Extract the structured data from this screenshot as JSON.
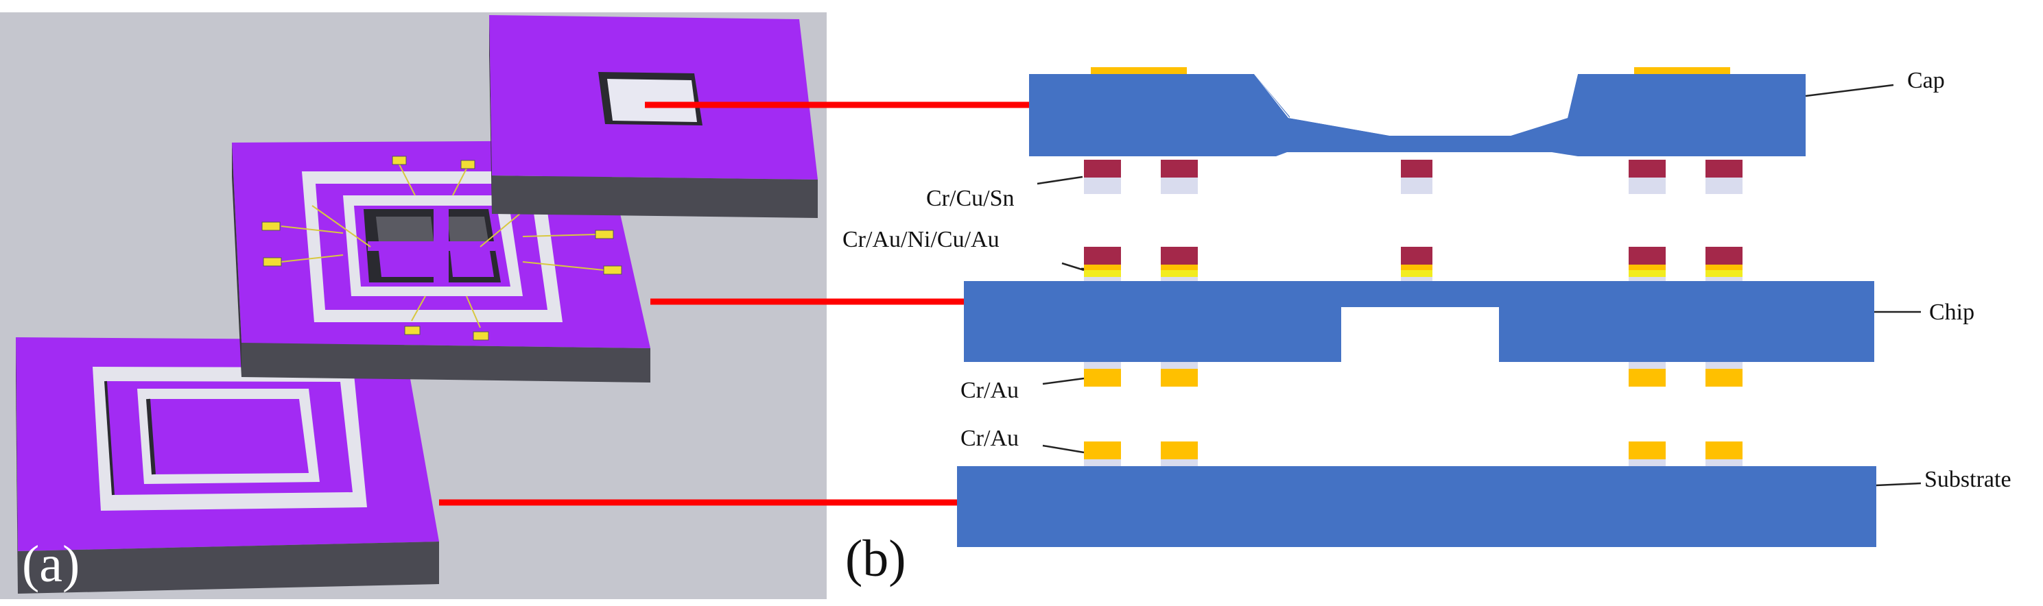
{
  "panel_a": {
    "label": "(a)",
    "background": "#c5c6ce",
    "colors": {
      "top": "#a22bf3",
      "side": "#4a4a52",
      "rim": "#e4e4ec",
      "pad": "#f2de34"
    },
    "parts": [
      "cap-3d",
      "chip-3d",
      "substrate-3d"
    ]
  },
  "panel_b": {
    "label": "(b)",
    "layer_color": "#4472c4",
    "layers": {
      "cap": "Cap",
      "chip": "Chip",
      "substrate": "Substrate"
    },
    "metal_labels": {
      "cap_bump": "Cr/Cu/Sn",
      "chip_top": "Cr/Au/Ni/Cu/Au",
      "chip_bottom": "Cr/Au",
      "substrate_top": "Cr/Au"
    },
    "colors": {
      "sn": "#a4284a",
      "au": "#ffc000",
      "light": "#d9dcee",
      "connector": "#ff0000"
    }
  }
}
